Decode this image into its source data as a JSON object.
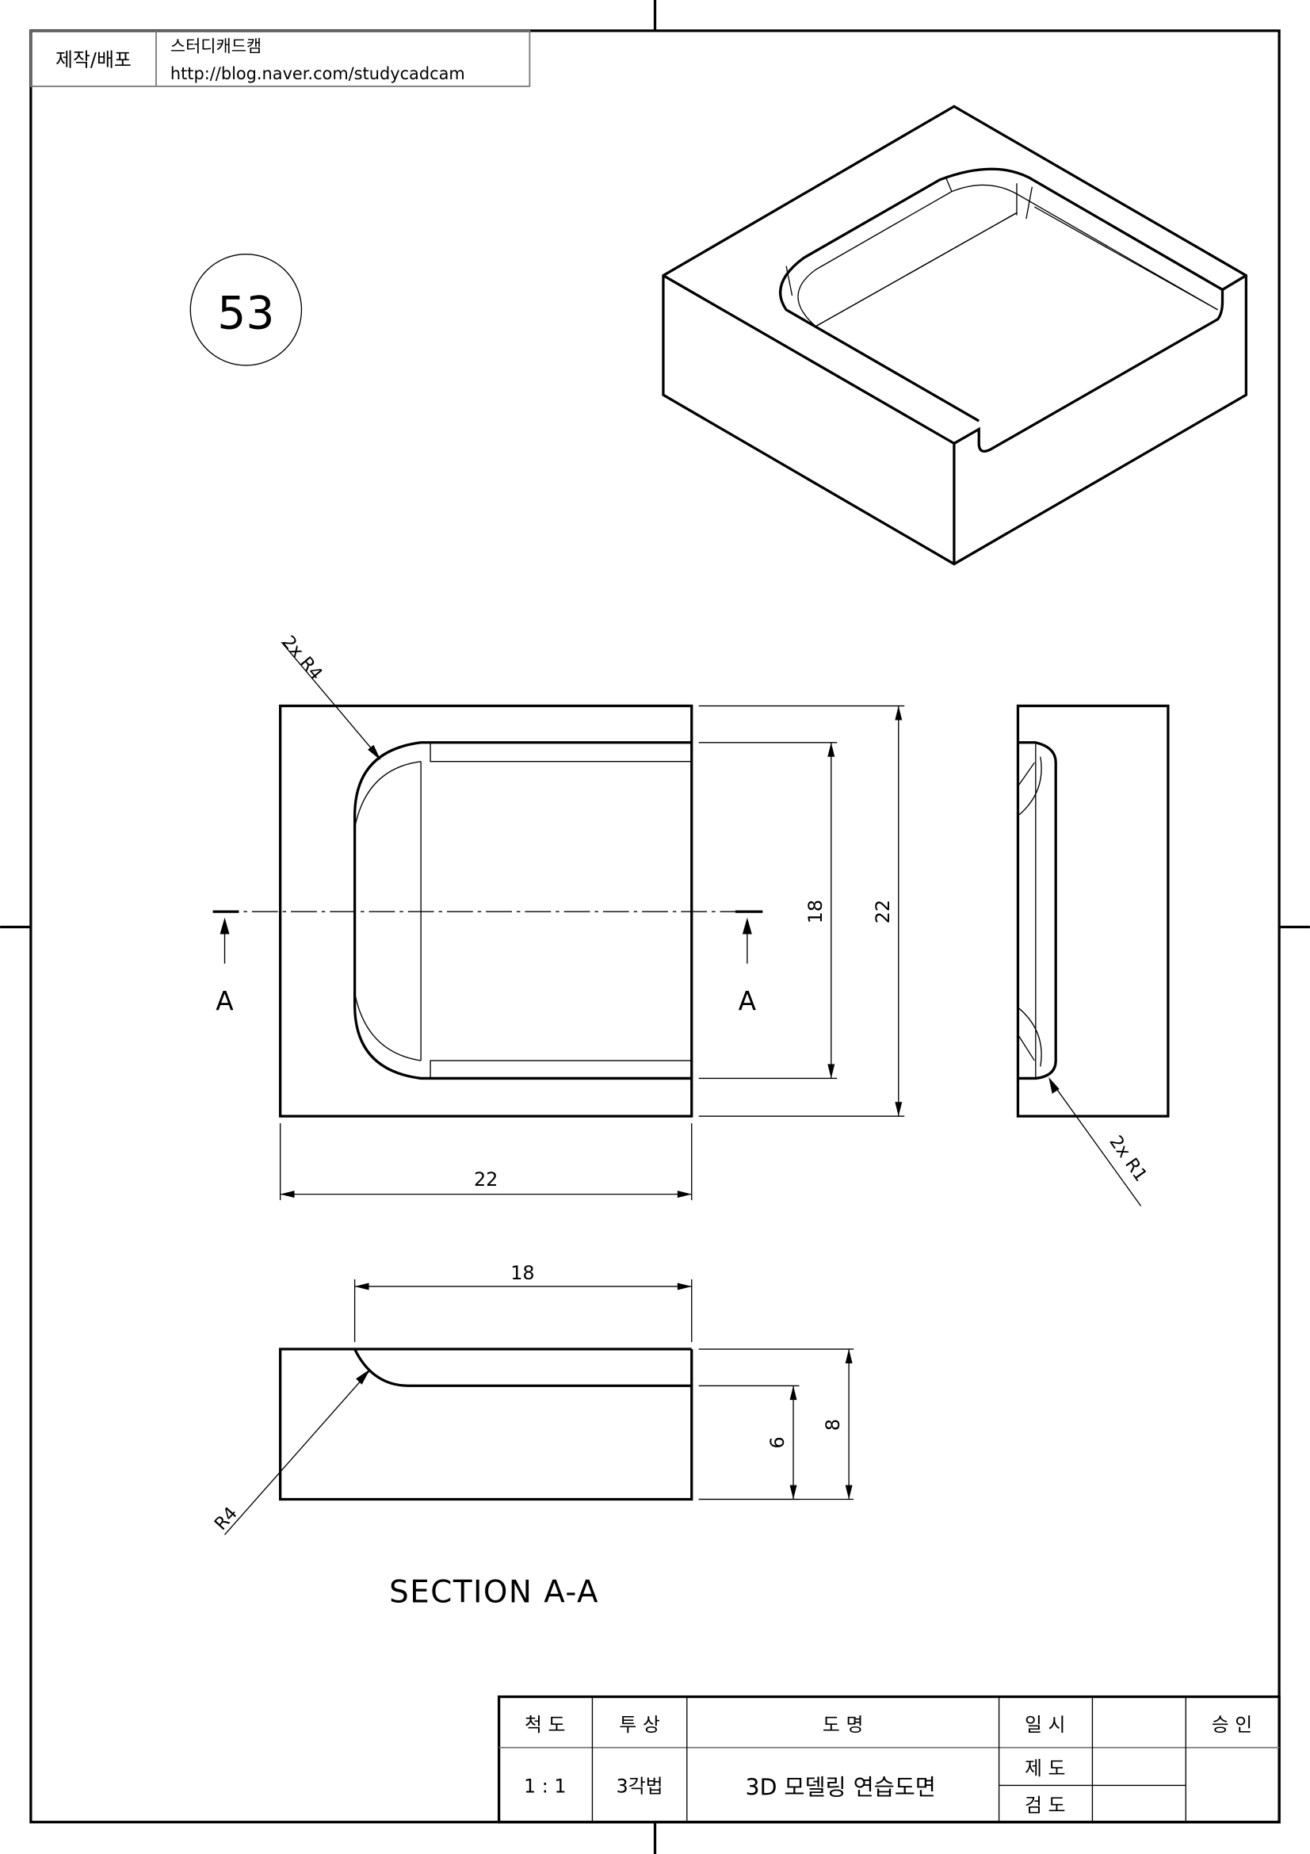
{
  "header": {
    "label": "제작/배포",
    "author": "스터디캐드캠",
    "url": "http://blog.naver.com/studycadcam"
  },
  "drawing_number": "53",
  "front_view": {
    "leader_r4": "2x R4",
    "dim_width": "22",
    "dim_inner": "18",
    "dim_height": "22",
    "section_mark_left": "A",
    "section_mark_right": "A"
  },
  "side_view": {
    "leader_r1": "2x R1"
  },
  "section_view": {
    "dim_width": "18",
    "dim_depth": "6",
    "dim_height": "8",
    "leader_r4": "R4",
    "title": "SECTION A-A"
  },
  "title_block": {
    "scale_label": "척  도",
    "projection_label": "투  상",
    "name_label": "도      명",
    "date_label": "일  시",
    "approve_label": "승  인",
    "scale_value": "1 : 1",
    "projection_value": "3각법",
    "name_value": "3D 모델링 연습도면",
    "drafter_label": "제  도",
    "checker_label": "검  도"
  }
}
